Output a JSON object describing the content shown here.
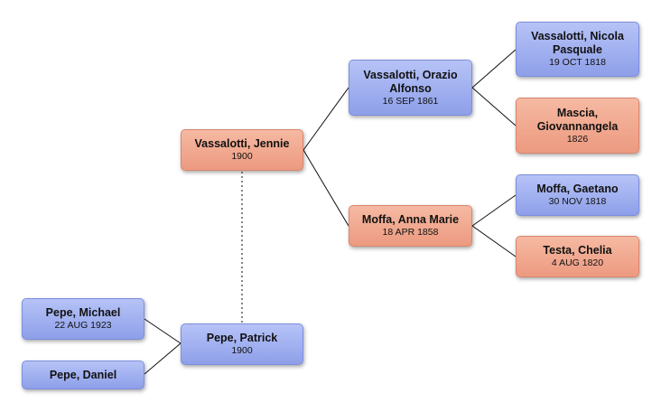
{
  "people": {
    "jennie": {
      "name": "Vassalotti, Jennie",
      "date": "1900",
      "gender": "female"
    },
    "orazio": {
      "name": "Vassalotti, Orazio Alfonso",
      "date": "16 SEP 1861",
      "gender": "male"
    },
    "anna": {
      "name": "Moffa, Anna Marie",
      "date": "18 APR 1858",
      "gender": "female"
    },
    "nicola": {
      "name": "Vassalotti, Nicola Pasquale",
      "date": "19 OCT 1818",
      "gender": "male"
    },
    "giovann": {
      "name": "Mascia, Giovannangela",
      "date": "1826",
      "gender": "female"
    },
    "gaetano": {
      "name": "Moffa, Gaetano",
      "date": "30 NOV 1818",
      "gender": "male"
    },
    "chelia": {
      "name": "Testa, Chelia",
      "date": "4 AUG 1820",
      "gender": "female"
    },
    "patrick": {
      "name": "Pepe, Patrick",
      "date": "1900",
      "gender": "male"
    },
    "michael": {
      "name": "Pepe, Michael",
      "date": "22 AUG 1923",
      "gender": "male"
    },
    "daniel": {
      "name": "Pepe, Daniel",
      "date": "",
      "gender": "male"
    }
  },
  "colors": {
    "male": "#98a8ee",
    "female": "#f0a68c",
    "line": "#111111"
  }
}
